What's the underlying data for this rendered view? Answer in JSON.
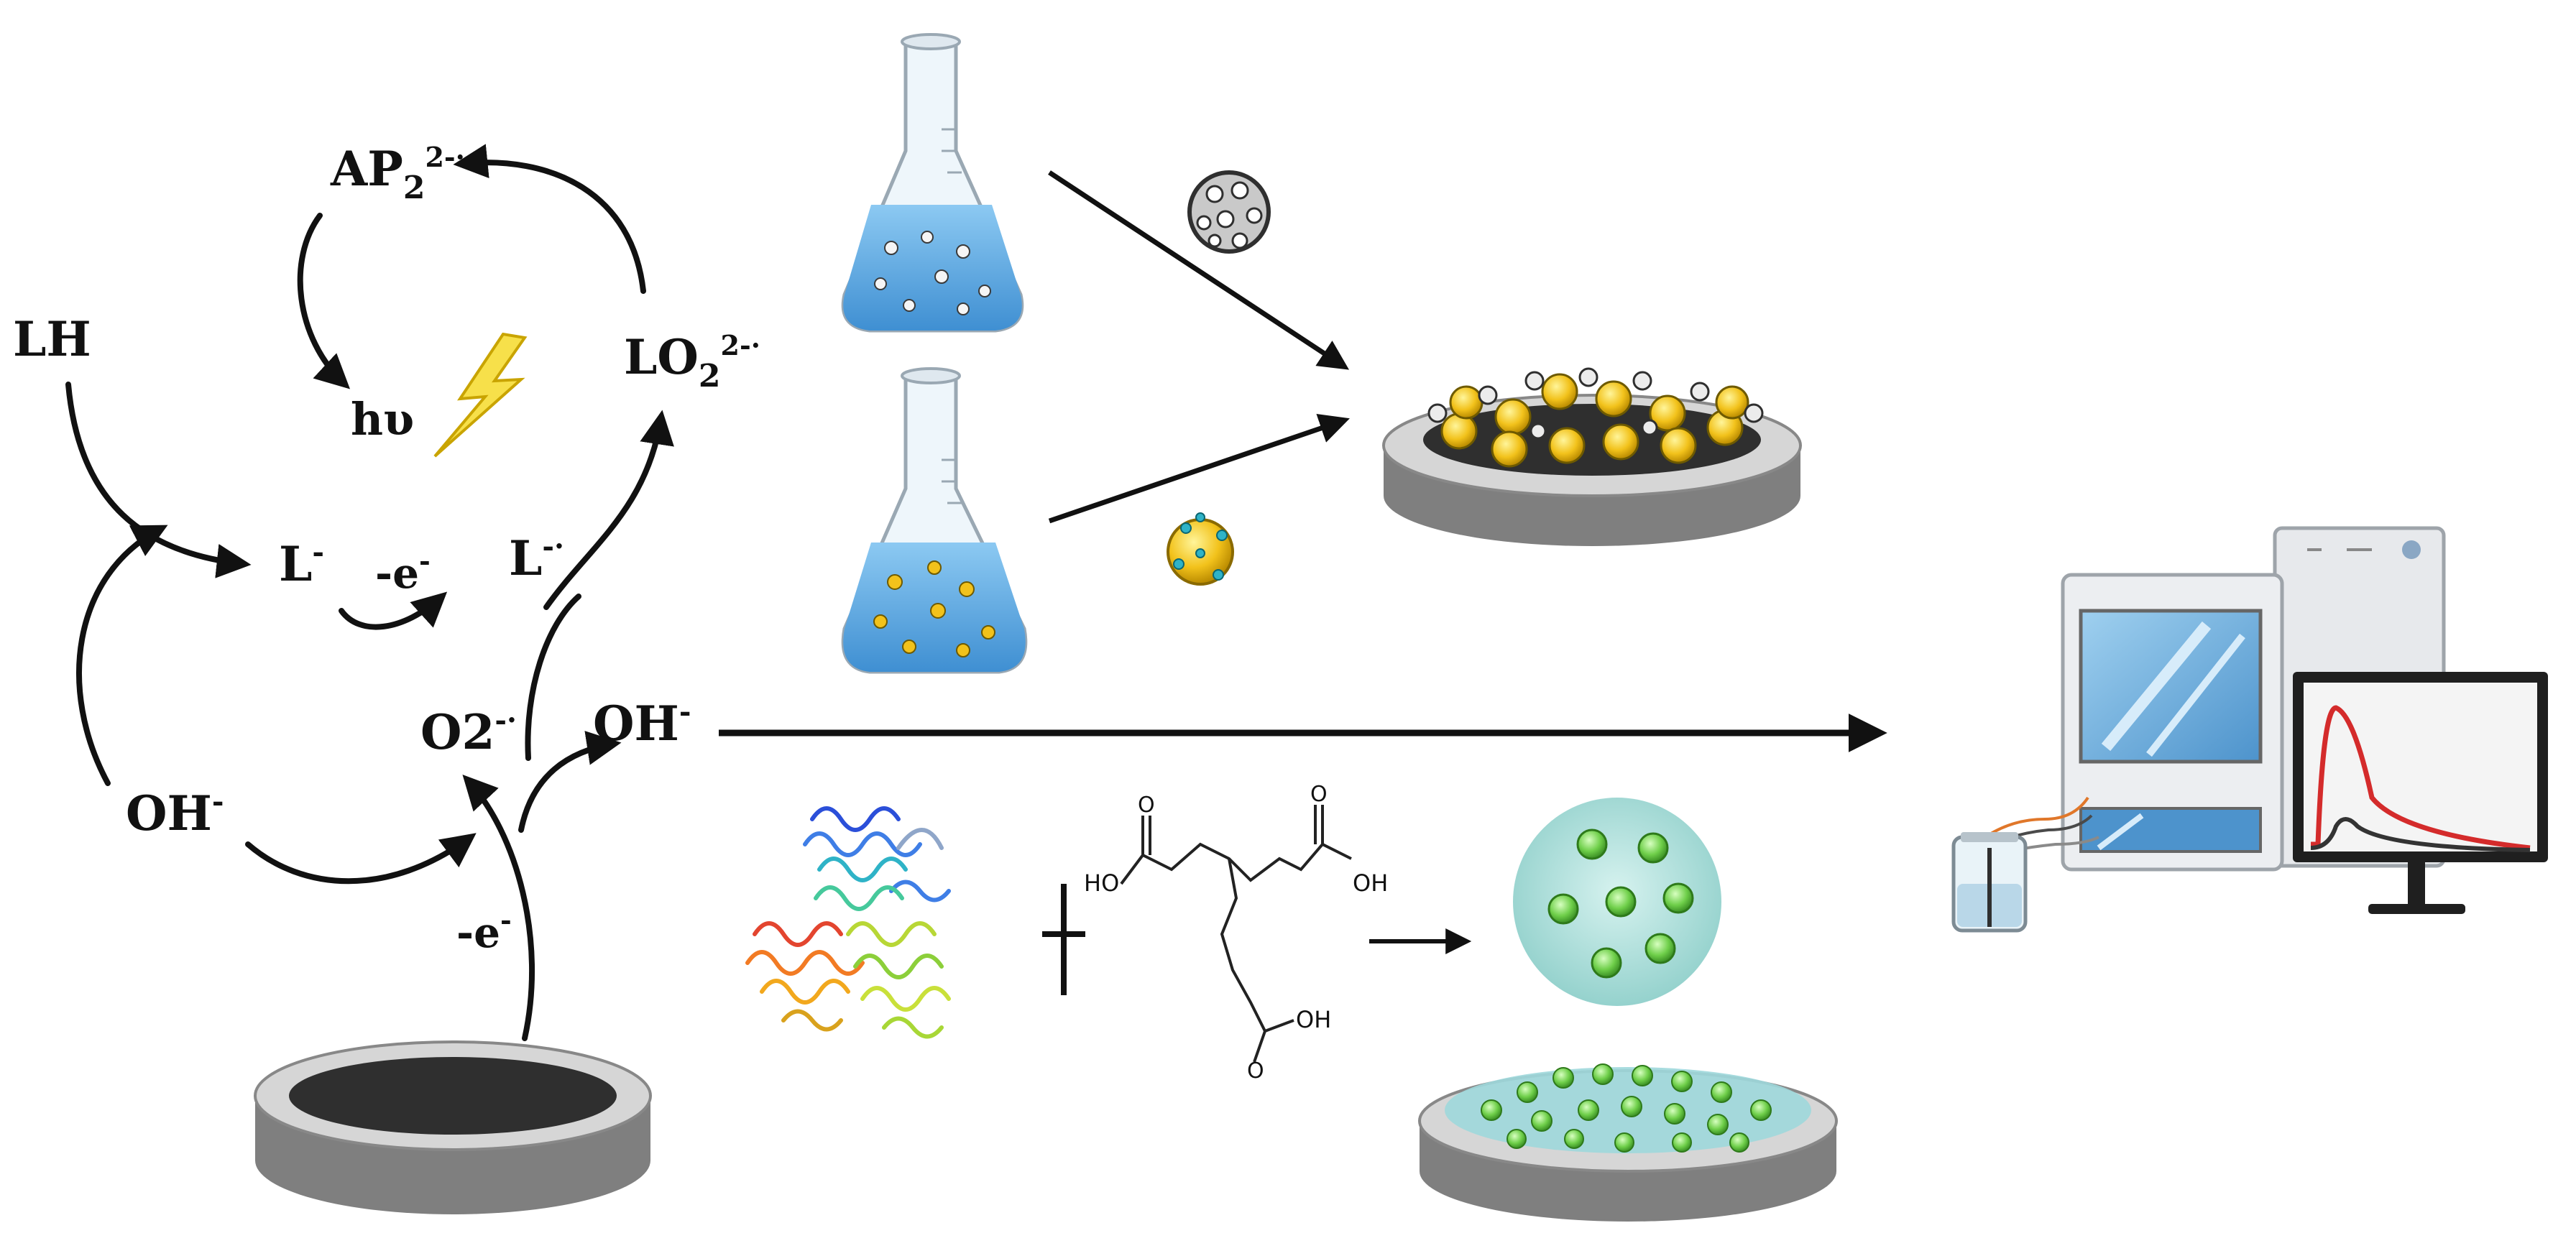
{
  "cycle_labels": {
    "ap": "AP",
    "ap_sub": "2",
    "ap_sup": "2-·",
    "hv": "hυ",
    "lh": "LH",
    "lo2": "LO",
    "lo2_sub": "2",
    "lo2_sup": "2-·",
    "l_minus": "L",
    "l_minus_sup": "-",
    "e1": "-e",
    "e1_sup": "-",
    "l_rad": "L",
    "l_rad_sup": "-·",
    "o2": "O2",
    "o2_sup": "-·",
    "oh_right": "OH",
    "oh_right_sup": "-",
    "oh_left": "OH",
    "oh_left_sup": "-",
    "e2": "-e",
    "e2_sup": "-"
  },
  "molecule_labels": {
    "cooh_left": "HO",
    "cooh_right": "OH",
    "cooh_bottom": "OH",
    "o": "O"
  },
  "colors": {
    "arrow": "#111111",
    "liquid_blue": "#5aa6df",
    "nanoparticle_yellow": "#f2c21b",
    "electrode_gray": "#8a8a8a",
    "electrode_dark": "#333333",
    "green_bead": "#6fcf4a",
    "curve_red": "#d42b2b",
    "curve_dark": "#333333"
  },
  "icons": [
    "erlenmeyer-flask-icon",
    "porous-sphere-icon",
    "gold-nanoparticle-icon",
    "electrode-icon",
    "protein-structure-icon",
    "bead-droplet-icon",
    "ecl-analyzer-icon",
    "lightning-icon"
  ]
}
